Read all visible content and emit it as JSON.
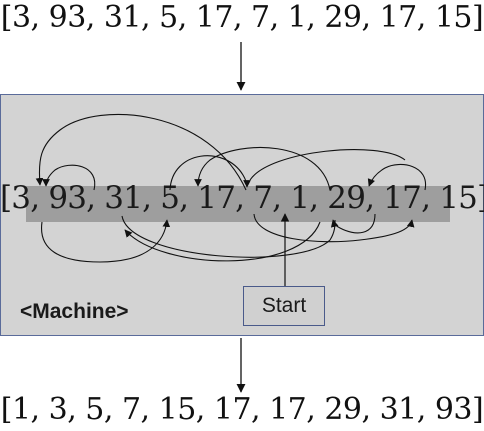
{
  "input_sequence": "[3, 93, 31, 5, 17, 7, 1, 29, 17, 15]",
  "inner_sequence": "[3, 93, 31, 5, 17, 7, 1, 29, 17, 15]",
  "output_sequence": "[1, 3, 5, 7, 15, 17, 17, 29, 31, 93]",
  "machine": {
    "label": "<Machine>",
    "start_label": "Start"
  },
  "colors": {
    "machine_background": "#d3d3d3",
    "highlight": "#9e9e9e",
    "border": "#5a6b9a"
  }
}
